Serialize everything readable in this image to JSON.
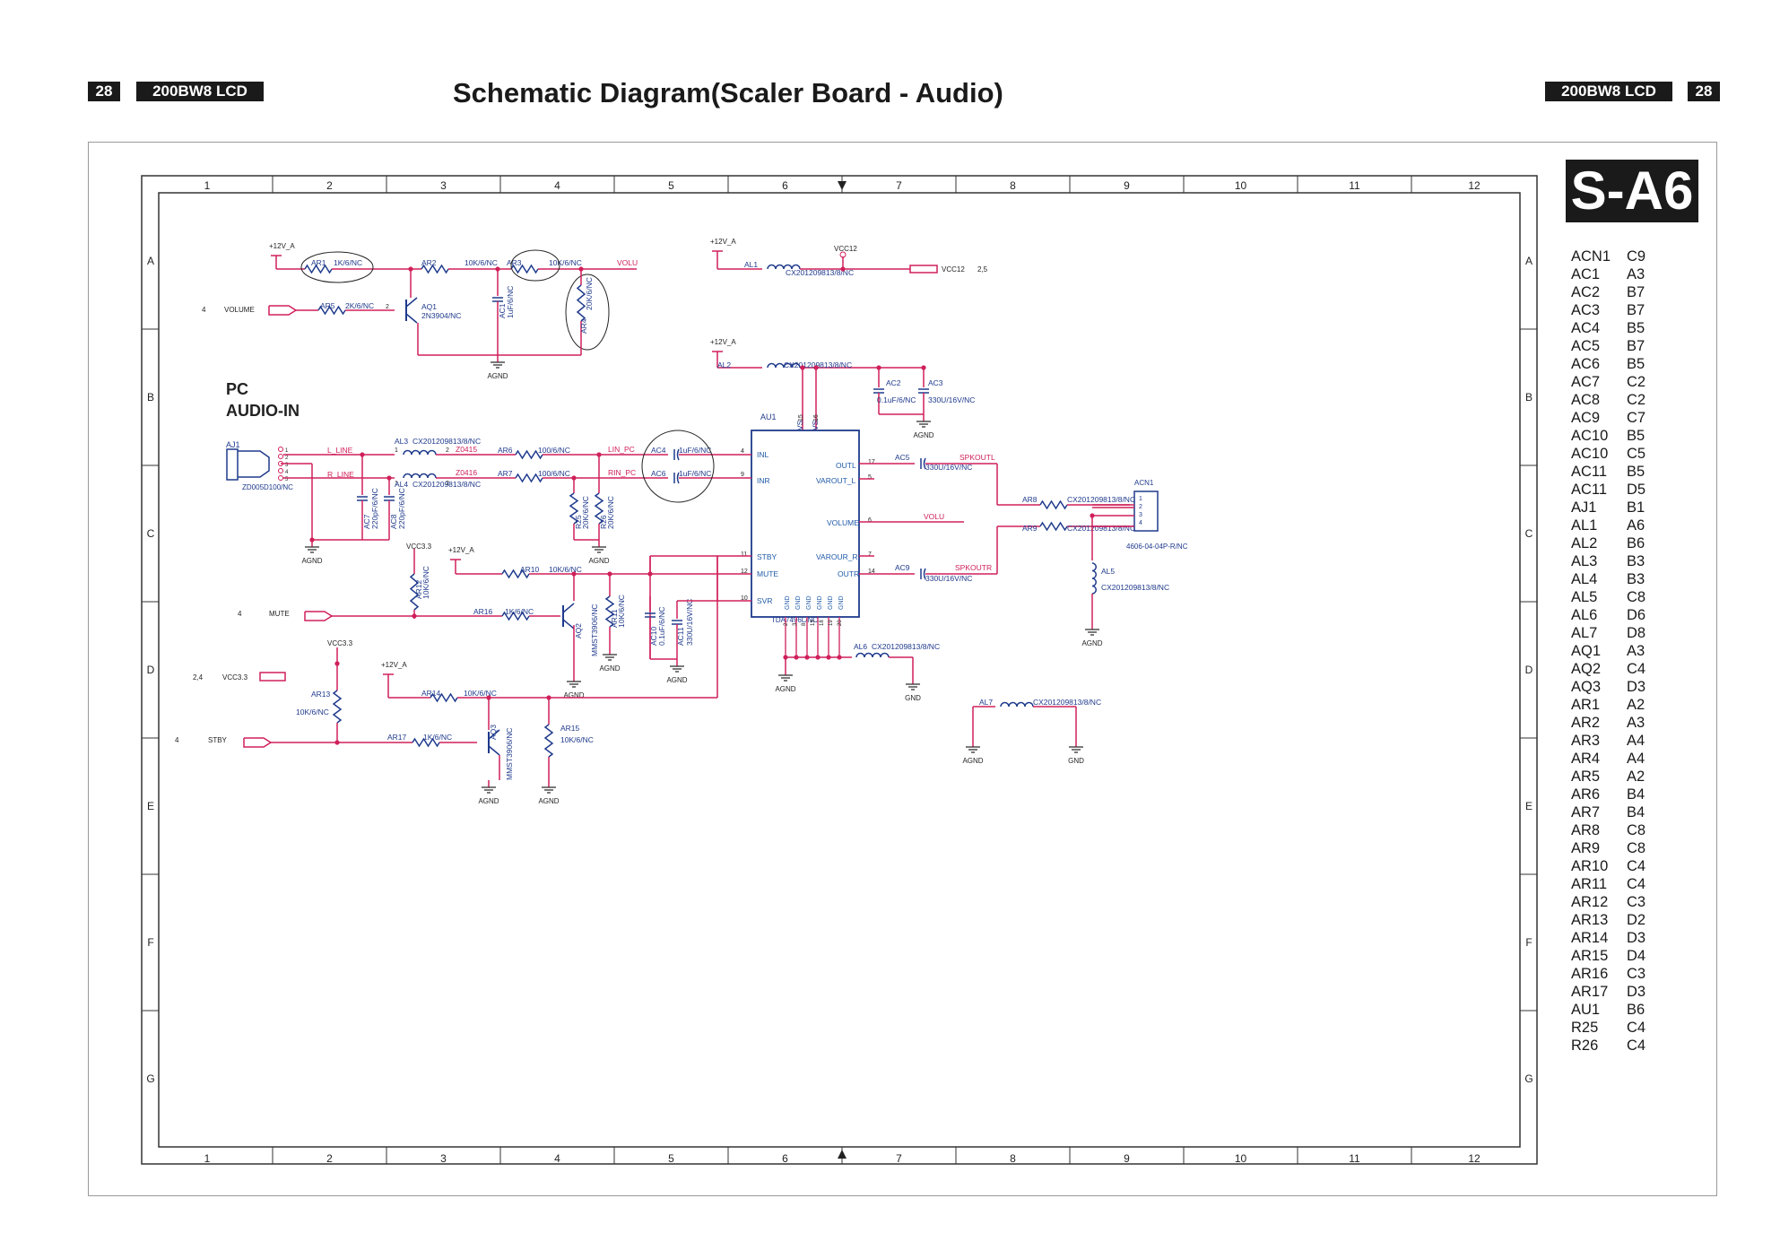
{
  "header": {
    "page_number_left": "28",
    "model_left": "200BW8 LCD",
    "title": "Schematic Diagram(Scaler Board - Audio)",
    "model_right": "200BW8 LCD",
    "page_number_right": "28"
  },
  "sheet_id": "S-A6",
  "grid": {
    "columns": [
      "1",
      "2",
      "3",
      "4",
      "5",
      "6",
      "7",
      "8",
      "9",
      "10",
      "11",
      "12"
    ],
    "rows": [
      "A",
      "B",
      "C",
      "D",
      "E",
      "F",
      "G"
    ]
  },
  "section_label": [
    "PC",
    "AUDIO-IN"
  ],
  "labels": {
    "ar1": "AR1",
    "ar1v": "1K/6/NC",
    "ar2": "AR2",
    "ar2v": "10K/6/NC",
    "ar3": "AR3",
    "ar3v": "10K/6/NC",
    "ar4": "AR4",
    "ar4v": "20K/6/NC",
    "ar5": "AR5",
    "ar5v": "2K/6/NC",
    "aq1": "AQ1",
    "aq1v": "2N3904/NC",
    "ac1": "AC1",
    "ac1v": "1uF/6/NC",
    "volu": "VOLU",
    "p12va": "+12V_A",
    "volume": "VOLUME",
    "four": "4",
    "agnd": "AGND",
    "gnd": "GND",
    "vcc12": "VCC12",
    "vcc12_pages": "2,5",
    "al1": "AL1",
    "ferrite": "CX201209813/8/NC",
    "al2": "AL2",
    "ac2": "AC2",
    "ac2v": "0.1uF/6/NC",
    "ac3": "AC3",
    "ac3v": "330U/16V/NC",
    "au1": "AU1",
    "au1v": "TDA7496L/NC",
    "vs": "VS",
    "aj1": "AJ1",
    "aj1v": "ZD005D100/NC",
    "l_line": "L_LINE",
    "r_line": "R_LINE",
    "al3": "AL3",
    "al4": "AL4",
    "z0415": "Z0415",
    "z0416": "Z0416",
    "ar6": "AR6",
    "ar6v": "100/6/NC",
    "ar7": "AR7",
    "ar7v": "100/6/NC",
    "lin_pc": "LIN_PC",
    "rin_pc": "RIN_PC",
    "ac4": "AC4",
    "ac4v": "1uF/6/NC",
    "ac6": "AC6",
    "ac6v": "1uF/6/NC",
    "ac7": "AC7",
    "ac7v": "220pF/6/NC",
    "ac8": "AC8",
    "ac8v": "220pF/6/NC",
    "r25": "R25",
    "r25v": "20K/6/NC",
    "r26": "R26",
    "r26v": "20K/6/NC",
    "inl": "INL",
    "inr": "INR",
    "stby": "STBY",
    "mute_pin": "MUTE",
    "svr": "SVR",
    "outl": "OUTL",
    "varout_l": "VAROUT_L",
    "volume_pin": "VOLUME",
    "varout_r": "VAROUR_R",
    "outr": "OUTR",
    "pin4": "4",
    "pin9": "9",
    "pin11": "11",
    "pin12": "12",
    "pin10": "10",
    "pin17": "17",
    "pin5": "5",
    "pin6": "6",
    "pin7": "7",
    "pin14": "14",
    "pin15": "15",
    "pin16": "16",
    "gnd_pins": "GND",
    "gnd_pin_nums": [
      "2",
      "3",
      "8",
      "13",
      "18",
      "19",
      "20"
    ],
    "ac5": "AC5",
    "ac5v": "330U/16V/NC",
    "ac9": "AC9",
    "ac9v": "330U/16V/NC",
    "spkoutl": "SPKOUTL",
    "spkoutr": "SPKOUTR",
    "ar8": "AR8",
    "ar9": "AR9",
    "acn1": "ACN1",
    "acn1v": "4606-04-04P-R/NC",
    "al5": "AL5",
    "al6": "AL6",
    "al7": "AL7",
    "vcc33": "VCC3.3",
    "vcc33_pages": "2,4",
    "ar10": "AR10",
    "ar10v": "10K/6/NC",
    "ar11": "AR11",
    "ar11v": "10K/6/NC",
    "ar12": "AR12",
    "ar12v": "10K/6/NC",
    "ar13": "AR13",
    "ar13v": "10K/6/NC",
    "ar14": "AR14",
    "ar14v": "10K/6/NC",
    "ar15": "AR15",
    "ar15v": "10K/6/NC",
    "ar16": "AR16",
    "ar16v": "1K/6/NC",
    "ar17": "AR17",
    "ar17v": "1K/6/NC",
    "aq2": "AQ2",
    "aq2v": "MMST3906/NC",
    "aq3": "AQ3",
    "aq3v": "MMST3906/NC",
    "ac10": "AC10",
    "ac10v": "0.1uF/6/NC",
    "ac11": "AC11",
    "ac11v": "330U/16V/NC",
    "mute": "MUTE",
    "stby_in": "STBY",
    "p1": "1",
    "p2": "2",
    "p3": "3"
  },
  "reference_table": [
    [
      "ACN1",
      "C9"
    ],
    [
      "AC1",
      "A3"
    ],
    [
      "AC2",
      "B7"
    ],
    [
      "AC3",
      "B7"
    ],
    [
      "AC4",
      "B5"
    ],
    [
      "AC5",
      "B7"
    ],
    [
      "AC6",
      "B5"
    ],
    [
      "AC7",
      "C2"
    ],
    [
      "AC8",
      "C2"
    ],
    [
      "AC9",
      "C7"
    ],
    [
      "AC10",
      "B5"
    ],
    [
      "AC10",
      "C5"
    ],
    [
      "AC11",
      "B5"
    ],
    [
      "AC11",
      "D5"
    ],
    [
      "AJ1",
      "B1"
    ],
    [
      "AL1",
      "A6"
    ],
    [
      "AL2",
      "B6"
    ],
    [
      "AL3",
      "B3"
    ],
    [
      "AL4",
      "B3"
    ],
    [
      "AL5",
      "C8"
    ],
    [
      "AL6",
      "D6"
    ],
    [
      "AL7",
      "D8"
    ],
    [
      "AQ1",
      "A3"
    ],
    [
      "AQ2",
      "C4"
    ],
    [
      "AQ3",
      "D3"
    ],
    [
      "AR1",
      "A2"
    ],
    [
      "AR2",
      "A3"
    ],
    [
      "AR3",
      "A4"
    ],
    [
      "AR4",
      "A4"
    ],
    [
      "AR5",
      "A2"
    ],
    [
      "AR6",
      "B4"
    ],
    [
      "AR7",
      "B4"
    ],
    [
      "AR8",
      "C8"
    ],
    [
      "AR9",
      "C8"
    ],
    [
      "AR10",
      "C4"
    ],
    [
      "AR11",
      "C4"
    ],
    [
      "AR12",
      "C3"
    ],
    [
      "AR13",
      "D2"
    ],
    [
      "AR14",
      "D3"
    ],
    [
      "AR15",
      "D4"
    ],
    [
      "AR16",
      "C3"
    ],
    [
      "AR17",
      "D3"
    ],
    [
      "AU1",
      "B6"
    ],
    [
      "R25",
      "C4"
    ],
    [
      "R26",
      "C4"
    ]
  ],
  "colors": {
    "wire": "#d0205a",
    "label": "#1f3a8c",
    "net": "#d0205a",
    "border": "#333333"
  }
}
